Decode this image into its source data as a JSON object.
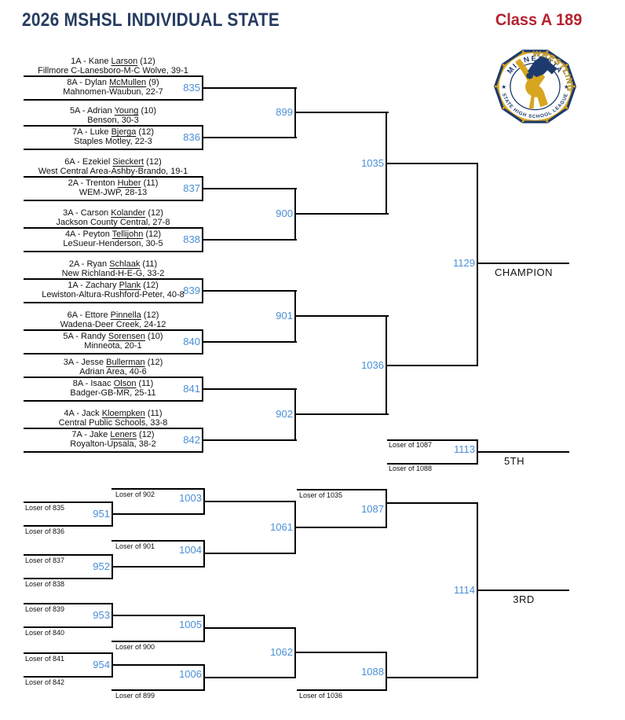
{
  "header": {
    "title": "2026 MSHSL INDIVIDUAL STATE",
    "class_label": "Class A 189"
  },
  "logo": {
    "text_top": "MINNESOTA",
    "text_bottom": "STATE HIGH SCHOOL LEAGUE",
    "text_diag": "WRESTLING",
    "star": "★"
  },
  "colors": {
    "title_navy": "#263c60",
    "class_red": "#b5232f",
    "match_blue": "#4a8fd6",
    "ink": "#111111",
    "line": "#000000",
    "logo_navy": "#1d3a6e",
    "logo_gold": "#d8a51f"
  },
  "labels": {
    "champion": "CHAMPION",
    "fifth": "5TH",
    "third": "3RD"
  },
  "bracket": {
    "round1": [
      {
        "number": "835",
        "top": {
          "pre": "1A - Kane ",
          "last": "Larson",
          "post": " (12)",
          "team": "Fillmore C-Lanesboro-M-C Wolve, 39-1"
        },
        "bottom": {
          "pre": "8A - Dylan ",
          "last": "McMullen",
          "post": " (9)",
          "team": "Mahnomen-Waubun, 22-7"
        }
      },
      {
        "number": "836",
        "top": {
          "pre": "5A - Adrian ",
          "last": "Young",
          "post": " (10)",
          "team": "Benson, 30-3"
        },
        "bottom": {
          "pre": "7A - Luke ",
          "last": "Bjerga",
          "post": " (12)",
          "team": "Staples Motley, 22-3"
        }
      },
      {
        "number": "837",
        "top": {
          "pre": "6A - Ezekiel ",
          "last": "Sieckert",
          "post": " (12)",
          "team": "West Central Area-Ashby-Brando, 19-1"
        },
        "bottom": {
          "pre": "2A - Trenton ",
          "last": "Huber",
          "post": " (11)",
          "team": "WEM-JWP, 28-13"
        }
      },
      {
        "number": "838",
        "top": {
          "pre": "3A - Carson ",
          "last": "Kolander",
          "post": " (12)",
          "team": "Jackson County Central, 27-8"
        },
        "bottom": {
          "pre": "4A - Peyton ",
          "last": "Tellijohn",
          "post": " (12)",
          "team": "LeSueur-Henderson, 30-5"
        }
      },
      {
        "number": "839",
        "top": {
          "pre": "2A - Ryan ",
          "last": "Schlaak",
          "post": " (11)",
          "team": "New Richland-H-E-G, 33-2"
        },
        "bottom": {
          "pre": "1A - Zachary ",
          "last": "Plank",
          "post": " (12)",
          "team": "Lewiston-Altura-Rushford-Peter, 40-8"
        }
      },
      {
        "number": "840",
        "top": {
          "pre": "6A - Ettore ",
          "last": "Pinnella",
          "post": " (12)",
          "team": "Wadena-Deer Creek, 24-12"
        },
        "bottom": {
          "pre": "5A - Randy ",
          "last": "Sorensen",
          "post": " (10)",
          "team": "Minneota, 20-1"
        }
      },
      {
        "number": "841",
        "top": {
          "pre": "3A - Jesse ",
          "last": "Bullerman",
          "post": " (12)",
          "team": "Adrian Area, 40-6"
        },
        "bottom": {
          "pre": "8A - Isaac ",
          "last": "Olson",
          "post": " (11)",
          "team": "Badger-GB-MR, 25-11"
        }
      },
      {
        "number": "842",
        "top": {
          "pre": "4A - Jack ",
          "last": "Kloempken",
          "post": " (11)",
          "team": "Central Public Schools, 33-8"
        },
        "bottom": {
          "pre": "7A - Jake ",
          "last": "Leners",
          "post": " (12)",
          "team": "Royalton-Upsala, 38-2"
        }
      }
    ],
    "round2": [
      "899",
      "900",
      "901",
      "902"
    ],
    "semis": [
      "1035",
      "1036"
    ],
    "final": "1129",
    "fifth_match": {
      "number": "1113",
      "top_label": "Loser of 1087",
      "bottom_label": "Loser of 1088"
    },
    "consolation": {
      "round1": [
        {
          "number": "951",
          "top_label": "Loser of 835",
          "bottom_label": "Loser of 836"
        },
        {
          "number": "952",
          "top_label": "Loser of 837",
          "bottom_label": "Loser of 838"
        },
        {
          "number": "953",
          "top_label": "Loser of 839",
          "bottom_label": "Loser of 840"
        },
        {
          "number": "954",
          "top_label": "Loser of 841",
          "bottom_label": "Loser of 842"
        }
      ],
      "round2": [
        {
          "number": "1003",
          "label": "Loser of 902"
        },
        {
          "number": "1004",
          "label": "Loser of 901"
        },
        {
          "number": "1005",
          "label": "Loser of 900"
        },
        {
          "number": "1006",
          "label": "Loser of 899"
        }
      ],
      "semis": [
        "1061",
        "1062"
      ],
      "finals_feed": [
        {
          "number": "1087",
          "label": "Loser of 1035"
        },
        {
          "number": "1088",
          "label": "Loser of 1036"
        }
      ],
      "third_match": "1114"
    }
  }
}
